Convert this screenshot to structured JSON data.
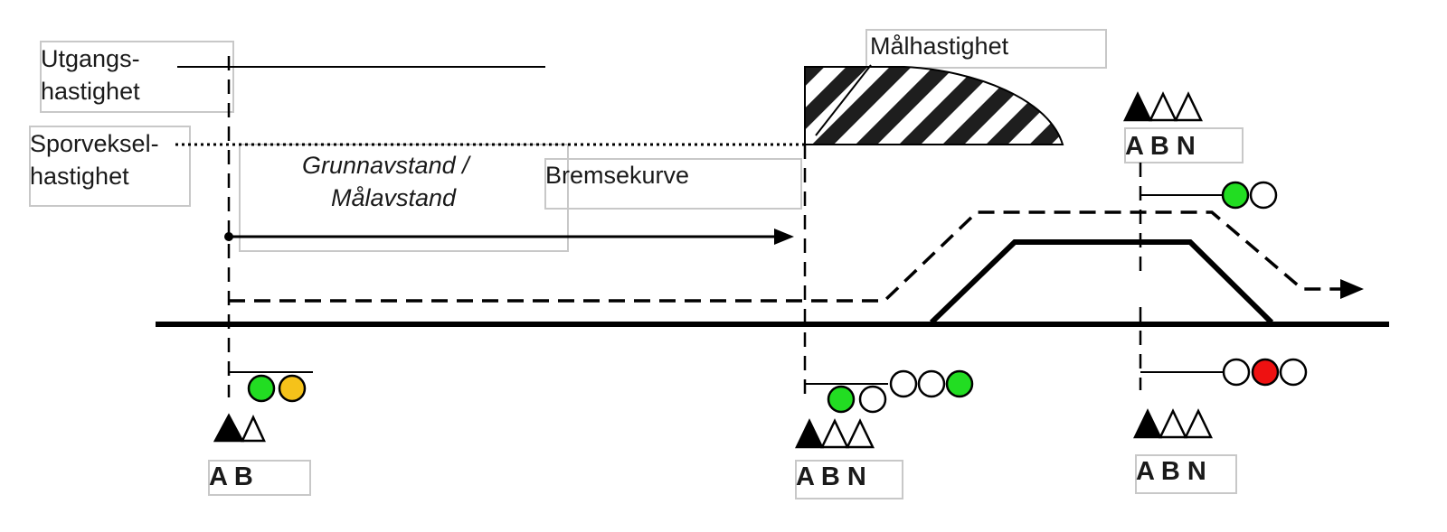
{
  "labels": {
    "utgangshastighet": [
      "Utgangs-",
      "hastighet"
    ],
    "sporvekselhastighet": [
      "Sporveksel-",
      "hastighet"
    ],
    "grunnavstand": [
      "Grunnavstand  /",
      "Målavstand"
    ],
    "bremsekurve": "Bremsekurve",
    "malhastighet": "Målhastighet"
  },
  "signal_codes": {
    "first": "A B",
    "middle": "A B N",
    "top_right": "A B N",
    "bottom_right": "A B N"
  },
  "colors": {
    "green": "#22dd22",
    "yellow": "#f5c21a",
    "red": "#ee1111",
    "white": "#ffffff",
    "line": "#000000"
  },
  "signals": {
    "first": [
      "green",
      "yellow"
    ],
    "middle_main": [
      "green",
      "white"
    ],
    "middle_extra": [
      "white",
      "white",
      "green"
    ],
    "top_right": [
      "green",
      "white"
    ],
    "bottom_right": [
      "white",
      "red",
      "white"
    ]
  },
  "icons": {
    "triangle_two": "triangle-pair-icon",
    "triangle_three": "triangle-triple-icon"
  }
}
